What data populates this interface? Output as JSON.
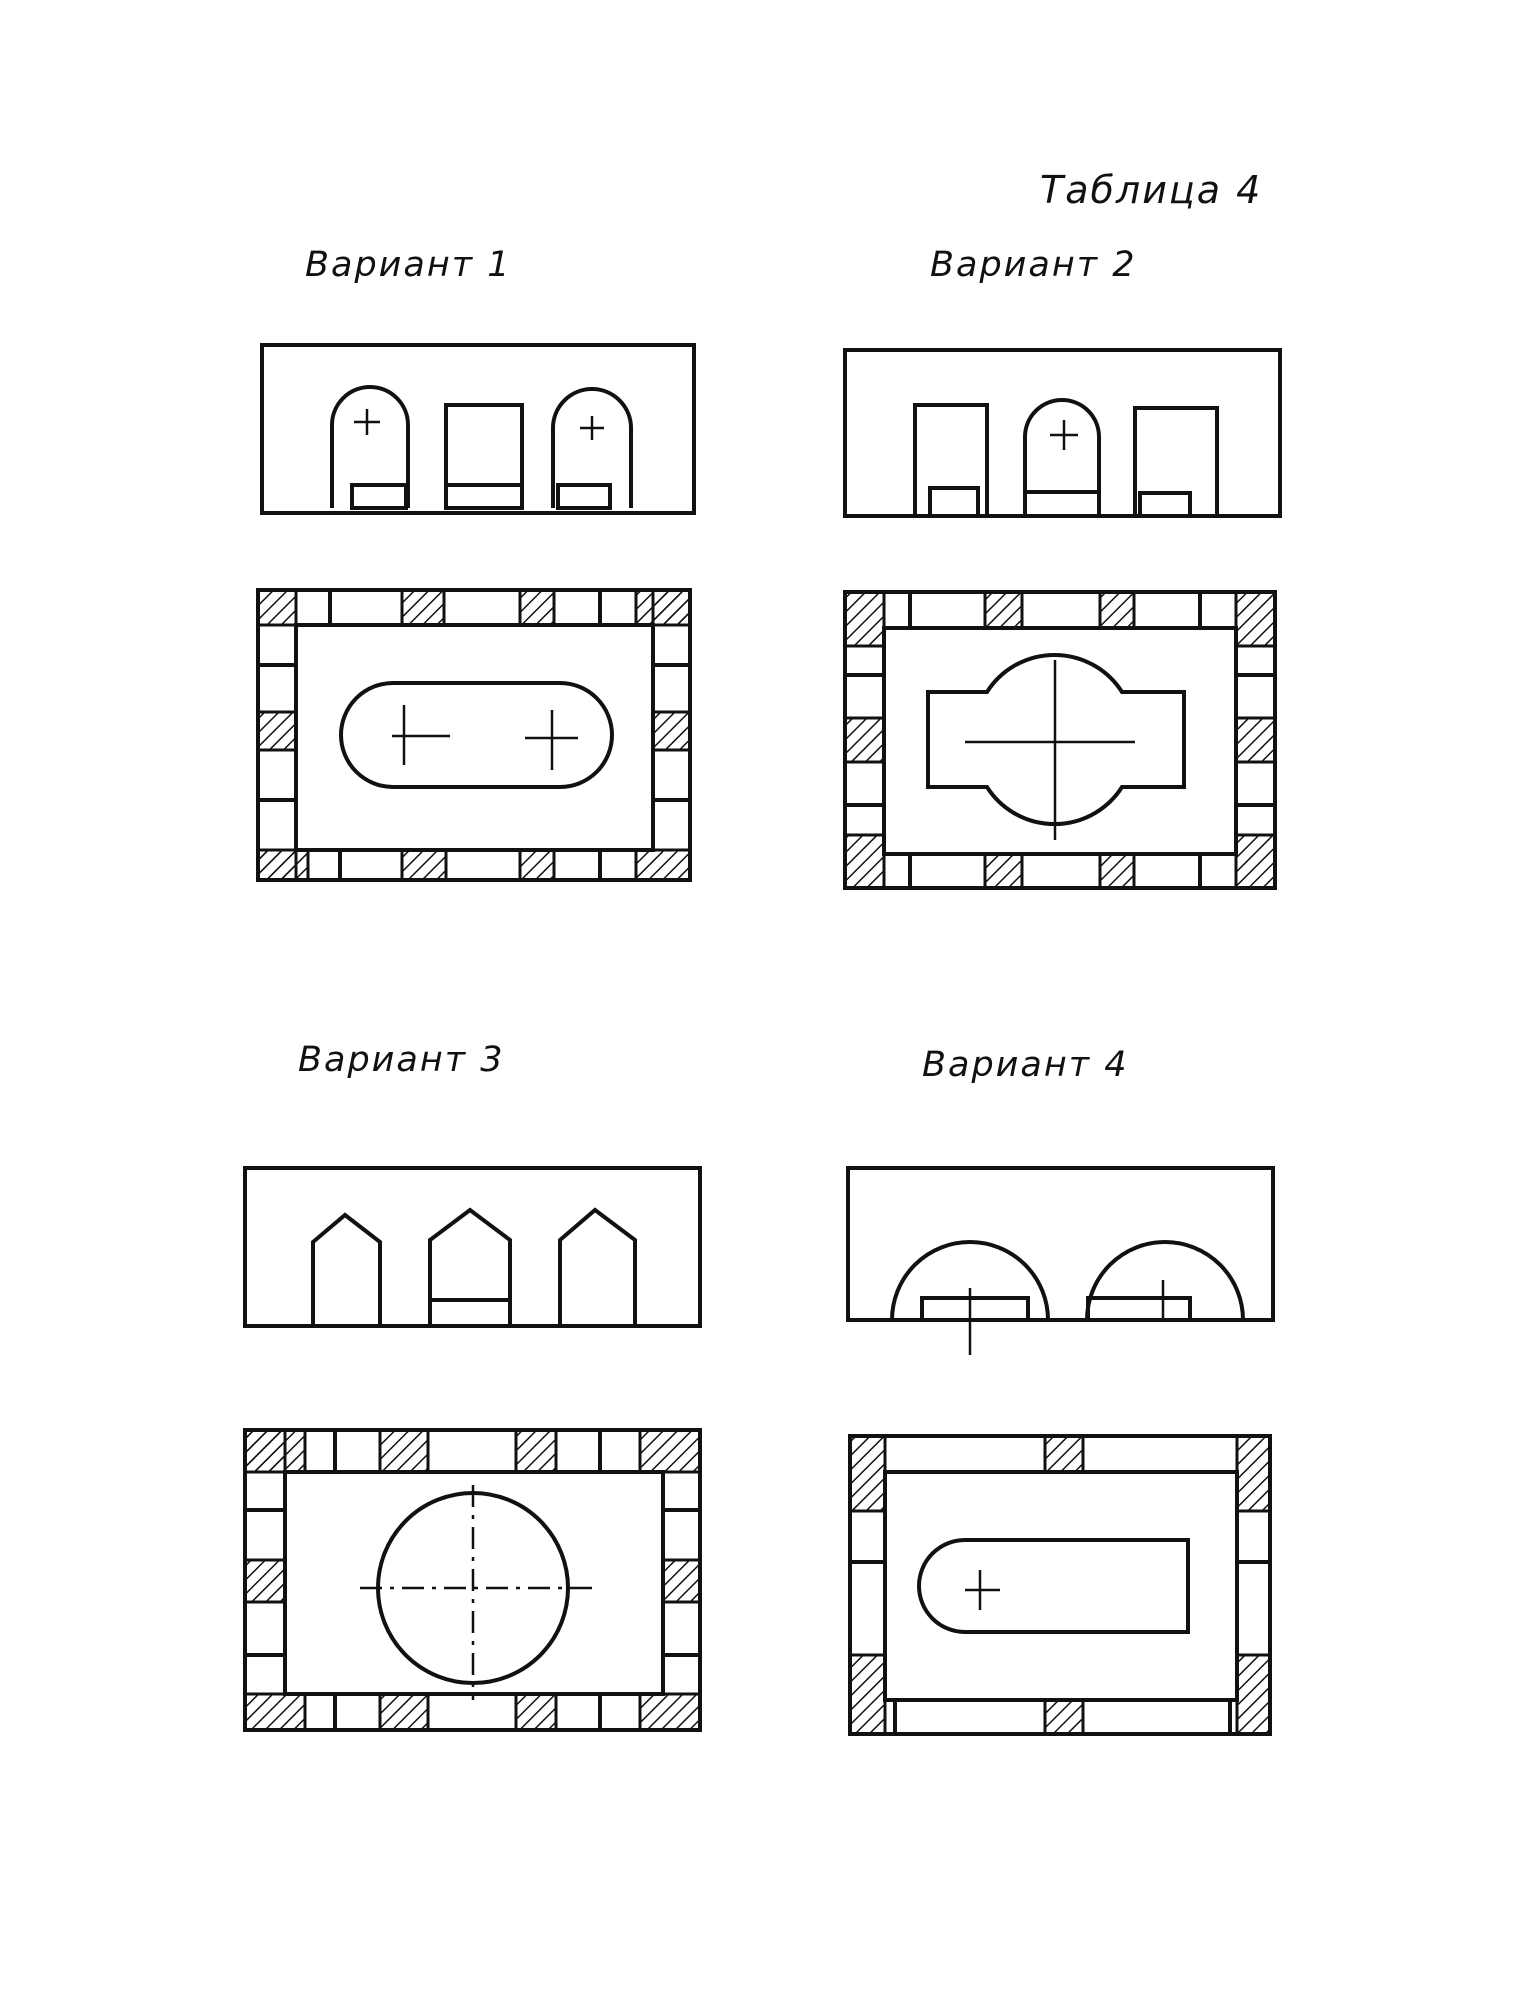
{
  "page": {
    "title": "Таблица 4"
  },
  "variants": [
    {
      "label": "Вариант 1"
    },
    {
      "label": "Вариант 2"
    },
    {
      "label": "Вариант 3"
    },
    {
      "label": "Вариант 4"
    }
  ],
  "colors": {
    "ink": "#111111",
    "paper": "#ffffff"
  }
}
